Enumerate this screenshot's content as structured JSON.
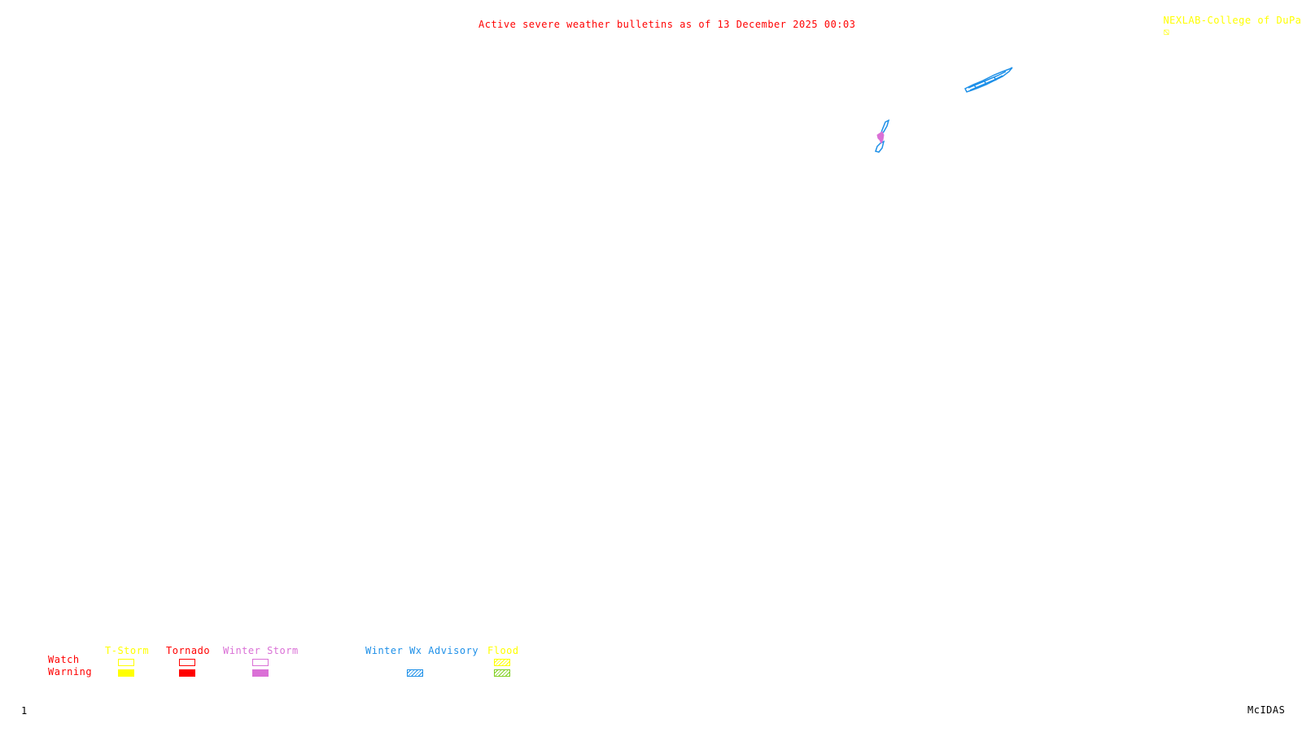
{
  "header": {
    "title": "Active severe weather bulletins as of 13 December 2025 00:03",
    "title_color": "#ff0000",
    "credit": "NEXLAB-College of DuPage",
    "credit_color": "#ffff00",
    "credit_icon": "nexlab-logo-icon"
  },
  "map": {
    "regions": [
      {
        "name": "winter-wx-advisory-area-1",
        "category": "Winter Wx Advisory",
        "color": "#1e90e8"
      },
      {
        "name": "winter-wx-advisory-area-2",
        "category": "Winter Wx Advisory",
        "color": "#1e90e8"
      },
      {
        "name": "winter-storm-warning-area",
        "category": "Winter Storm Warning",
        "color": "#da70d6"
      }
    ]
  },
  "legend": {
    "rows": [
      {
        "label": "Watch",
        "color": "#ff0000"
      },
      {
        "label": "Warning",
        "color": "#ff0000"
      }
    ],
    "columns": [
      {
        "label": "T-Storm",
        "color": "#ffff00",
        "watch": "outline",
        "warning": "filled"
      },
      {
        "label": "Tornado",
        "color": "#ff0000",
        "watch": "outline",
        "warning": "filled"
      },
      {
        "label": "Winter Storm",
        "color": "#da70d6",
        "watch": "outline",
        "warning": "filled"
      },
      {
        "label": "Winter Wx Advisory",
        "color": "#1e90e8",
        "warning": "hatched"
      },
      {
        "label": "Flood",
        "color": "#ffff00",
        "watch": "hatched",
        "warning": "hatched",
        "warning_color": "#80d020"
      }
    ]
  },
  "footer": {
    "frame_number": "1",
    "software": "McIDAS"
  }
}
